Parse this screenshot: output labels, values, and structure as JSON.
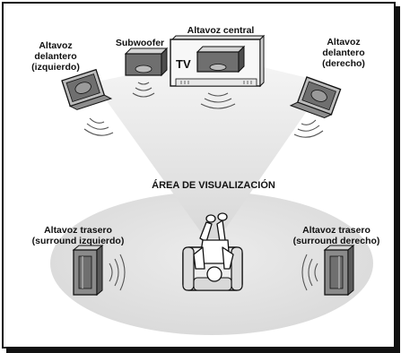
{
  "labels": {
    "front_left": [
      "Altavoz",
      "delantero",
      "(izquierdo)"
    ],
    "subwoofer": "Subwoofer",
    "center": "Altavoz central",
    "tv": "TV",
    "front_right": [
      "Altavoz",
      "delantero",
      "(derecho)"
    ],
    "viewing_area": "ÁREA DE VISUALIZACIÓN",
    "rear_left": [
      "Altavoz trasero",
      "(surround izquierdo)"
    ],
    "rear_right": [
      "Altavoz trasero",
      "(surround derecho)"
    ]
  },
  "colors": {
    "beam": "#dedede",
    "floor": "#e6e6e6",
    "speaker_dark": "#6f6f6f",
    "speaker_light": "#bcbcbc",
    "outline": "#111111"
  }
}
